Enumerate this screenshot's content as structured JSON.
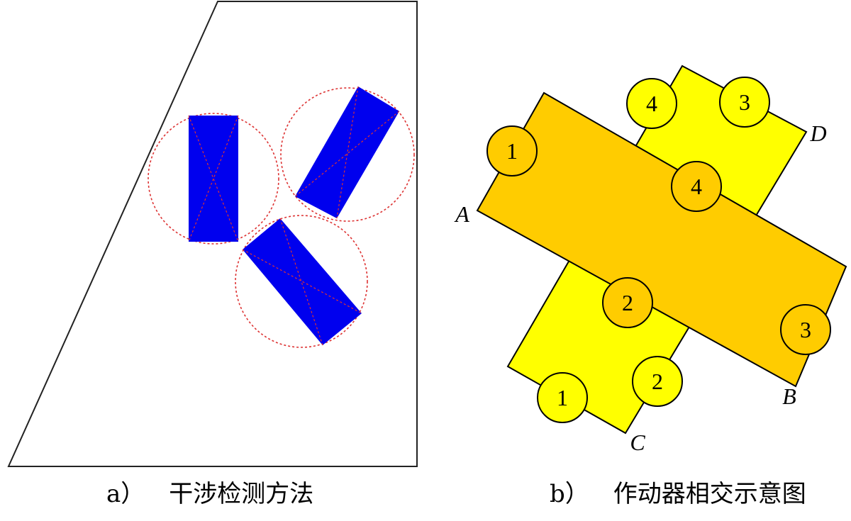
{
  "panel_a": {
    "caption_prefix": "a）",
    "caption_text": "干涉检测方法",
    "colors": {
      "rect": "#0000ee",
      "circle": "#dd3333",
      "outline": "#222222"
    }
  },
  "panel_b": {
    "caption_prefix": "b）",
    "caption_text": "作动器相交示意图",
    "corner_labels": {
      "a": "A",
      "b": "B",
      "c": "C",
      "d": "D"
    },
    "orange_markers": [
      "1",
      "2",
      "3",
      "4"
    ],
    "yellow_markers": [
      "1",
      "2",
      "3",
      "4"
    ],
    "colors": {
      "orange_actuator": "#ffcc00",
      "yellow_actuator": "#ffff00",
      "stroke": "#000000"
    }
  }
}
